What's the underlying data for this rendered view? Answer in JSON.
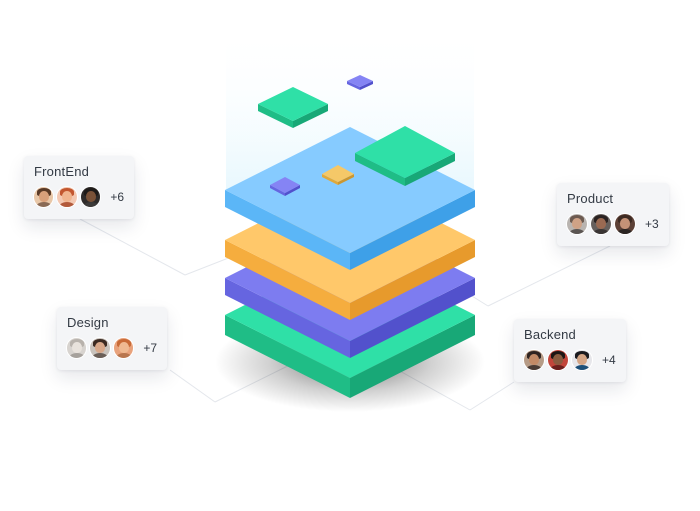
{
  "teams": [
    {
      "key": "frontend",
      "name": "FrontEnd",
      "more": "+6",
      "avatars": [
        {
          "skin": "#d9a07a",
          "hair": "#5a3a26",
          "bg": "#e8c7a8",
          "shirt": "#8a6a55"
        },
        {
          "skin": "#f0b48e",
          "hair": "#c2562f",
          "bg": "#f3c8b2",
          "shirt": "#b25a3b"
        },
        {
          "skin": "#7a5238",
          "hair": "#1e1a18",
          "bg": "#2e2b2a",
          "shirt": "#3c3a39"
        }
      ]
    },
    {
      "key": "design",
      "name": "Design",
      "more": "+7",
      "avatars": [
        {
          "skin": "#e8e2dc",
          "hair": "#b8b2ac",
          "bg": "#d7d3cf",
          "shirt": "#a6a19c"
        },
        {
          "skin": "#d8a88a",
          "hair": "#3b2a22",
          "bg": "#c9c3bd",
          "shirt": "#6b5f58"
        },
        {
          "skin": "#efb991",
          "hair": "#c86a37",
          "bg": "#e8a27c",
          "shirt": "#b8764e"
        }
      ]
    },
    {
      "key": "product",
      "name": "Product",
      "more": "+3",
      "avatars": [
        {
          "skin": "#cfa286",
          "hair": "#6c5a50",
          "bg": "#b9b4b0",
          "shirt": "#5b5552"
        },
        {
          "skin": "#9a6a52",
          "hair": "#2a2221",
          "bg": "#66605d",
          "shirt": "#3a3534"
        },
        {
          "skin": "#c59277",
          "hair": "#3d2a22",
          "bg": "#5c4036",
          "shirt": "#2b2523"
        }
      ]
    },
    {
      "key": "backend",
      "name": "Backend",
      "more": "+4",
      "avatars": [
        {
          "skin": "#c28a66",
          "hair": "#2f2320",
          "bg": "#b69b86",
          "shirt": "#4a3c35"
        },
        {
          "skin": "#8a5b3f",
          "hair": "#1d1614",
          "bg": "#c2453a",
          "shirt": "#6b1f1c"
        },
        {
          "skin": "#d4a585",
          "hair": "#1b1b1f",
          "bg": "#e6e6ea",
          "shirt": "#1b4e78"
        }
      ]
    }
  ],
  "colors": {
    "green_top": "#2fe0a7",
    "green_left": "#1fbd86",
    "green_right": "#18a877",
    "purple_top": "#7d7cf0",
    "purple_left": "#6665e0",
    "purple_right": "#5251cc",
    "orange_top": "#ffc86a",
    "orange_left": "#f5ad3e",
    "orange_right": "#e79a2c",
    "blue_top": "#86cbff",
    "blue_left": "#5bb6f7",
    "blue_right": "#3ea0e8",
    "glow": "#d6f4ff",
    "connector": "#e4e7ec"
  }
}
